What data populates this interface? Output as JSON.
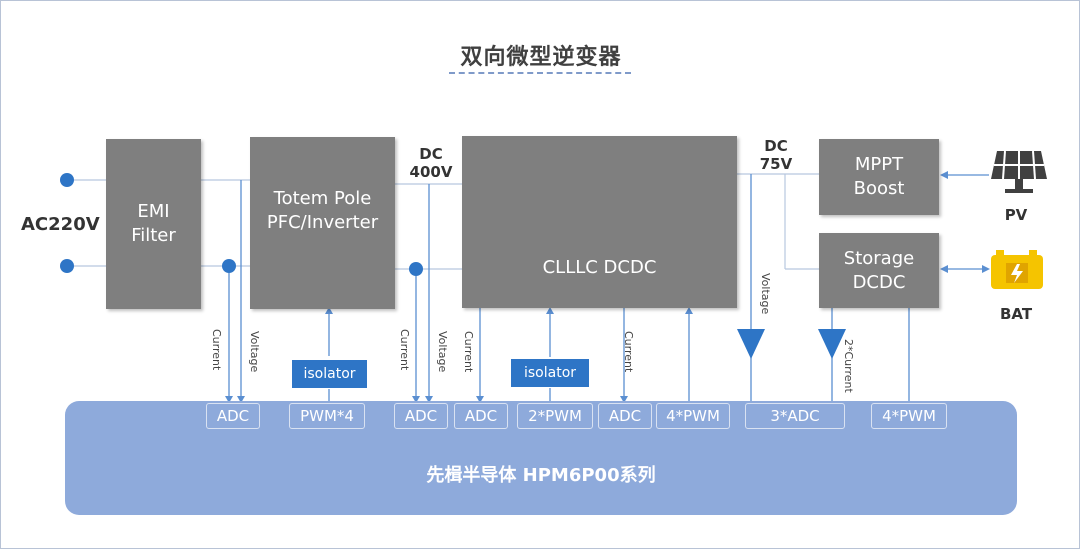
{
  "title": "双向微型逆变器",
  "ac_label": "AC220V",
  "dc_bus_label": "DC\n400V",
  "dc_low_label": "DC\n75V",
  "blocks": {
    "emi": "EMI\nFilter",
    "pfc": "Totem Pole\nPFC/Inverter",
    "clllc": "CLLLC DCDC",
    "mppt": "MPPT\nBoost",
    "storage": "Storage\nDCDC"
  },
  "pv_label": "PV",
  "bat_label": "BAT",
  "isolator_label": "isolator",
  "signal_labels": {
    "current": "Current",
    "voltage": "Voltage",
    "current_2x": "2*Current"
  },
  "chip_label": "先楫半导体 HPM6P00系列",
  "ports": [
    "ADC",
    "PWM*4",
    "ADC",
    "ADC",
    "2*PWM",
    "ADC",
    "4*PWM",
    "3*ADC",
    "4*PWM"
  ],
  "colors": {
    "block": "#7f7f7f",
    "chip": "#8eaadb",
    "isolator": "#2e75c6",
    "wire": "#2e75c6",
    "bat": "#f5c400"
  }
}
